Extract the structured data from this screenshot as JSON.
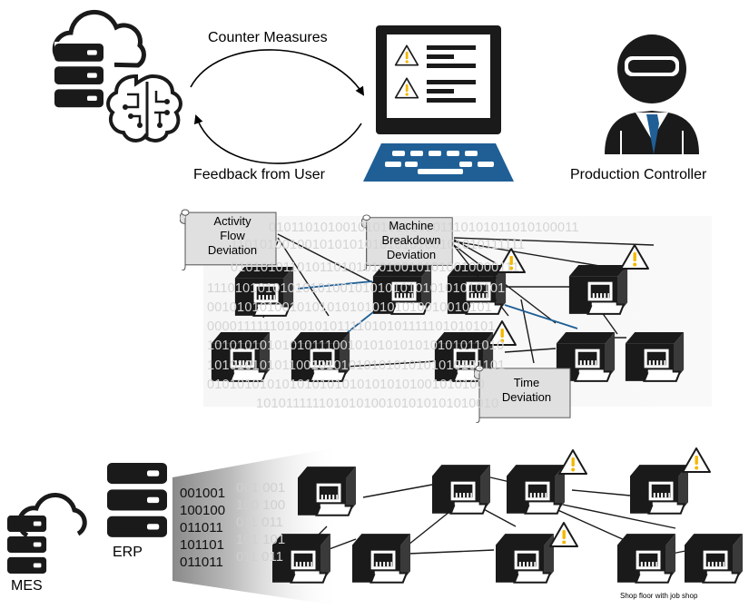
{
  "top": {
    "arrow_top_label": "Counter Measures",
    "arrow_bottom_label": "Feedback from User",
    "controller_label": "Production Controller"
  },
  "middle": {
    "binary_rows": [
      "010110101001010101010101110101011010100011",
      "1101010010010101010101010100101010111111",
      "010101011010110101010100101010010000111",
      "1110101010101010100101010101010101010101",
      "00101010100101010101010101010010010101",
      "0000111111010010101111010101111101010101",
      "1010101010101011100101010101010101011010",
      "1010101010110010101010101010101010101101",
      "0101010101010101010101010101001010100",
      "01101010101011100101010101010101010100",
      "101011111101010100101010101010010"
    ],
    "notes": {
      "activity": "Activity\nFlow\nDeviation",
      "breakdown": "Machine\nBreakdown\nDeviation",
      "time": "Time\nDeviation"
    }
  },
  "bottom": {
    "mes_label": "MES",
    "erp_label": "ERP",
    "binary_block": "001001\n100100\n011011\n101101\n011011",
    "binary_faded": "001 001\n100 100\n011 011\n101 101\n011 011",
    "shop_floor_label": "Shop floor with job shop"
  },
  "colors": {
    "icon": "#1a1a1a",
    "accent_blue": "#1f5f96",
    "warning_yellow": "#f5b800",
    "note_fill": "#e0e0e0"
  }
}
